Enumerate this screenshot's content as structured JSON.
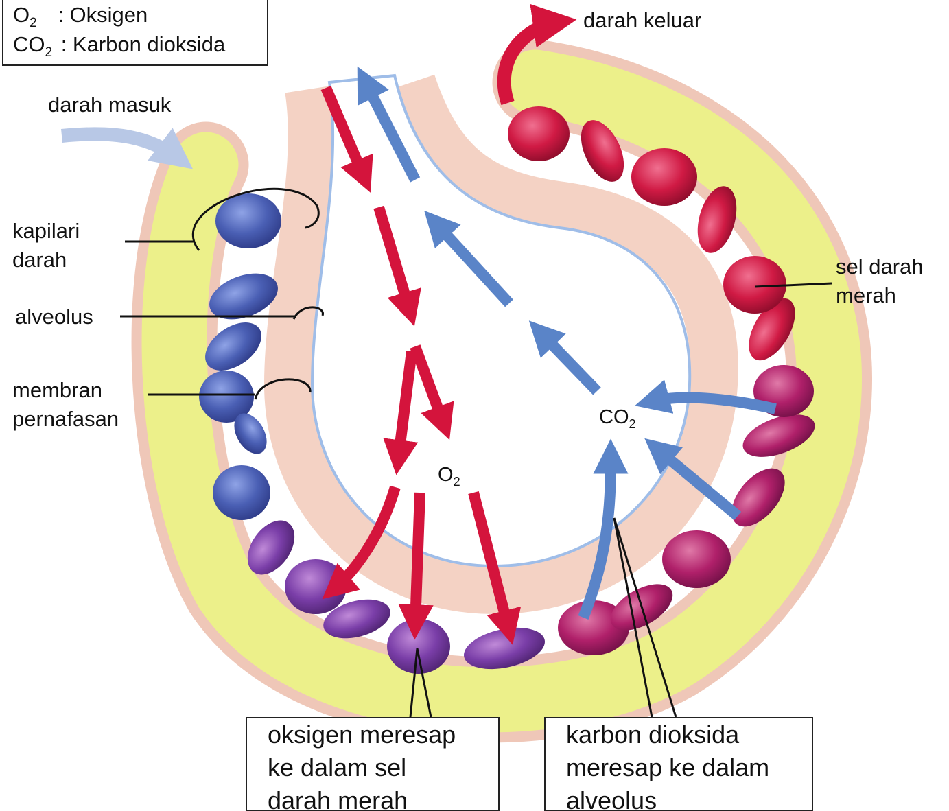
{
  "legend": {
    "o2_symbol": "O",
    "o2_sub": "2",
    "o2_text": ": Oksigen",
    "co2_symbol": "CO",
    "co2_sub": "2",
    "co2_text": ": Karbon dioksida"
  },
  "labels": {
    "darah_masuk": "darah masuk",
    "darah_keluar": "darah keluar",
    "kapilari_1": "kapilari",
    "kapilari_2": "darah",
    "alveolus": "alveolus",
    "membran_1": "membran",
    "membran_2": "pernafasan",
    "sel_1": "sel darah",
    "sel_2": "merah"
  },
  "gases": {
    "o2_symbol": "O",
    "o2_sub": "2",
    "co2_symbol": "CO",
    "co2_sub": "2"
  },
  "boxes": {
    "oxygen": [
      "oksigen meresap",
      "ke dalam sel",
      "darah merah"
    ],
    "carbon": [
      "karbon dioksida",
      "meresap ke dalam",
      "alveolus"
    ]
  },
  "colors": {
    "oxygen_arrow": "#d4143c",
    "co2_arrow": "#5a84c8",
    "inflow_arrow": "#b8c8e6",
    "plasma": "#ecf08a",
    "tissue": "#f4d2c4",
    "membrane": "#9fbde8",
    "deoxygenated_cell": "#4a5fb4",
    "transition_cell": "#7a4aa8",
    "oxygenated_cell": "#d01a44"
  }
}
